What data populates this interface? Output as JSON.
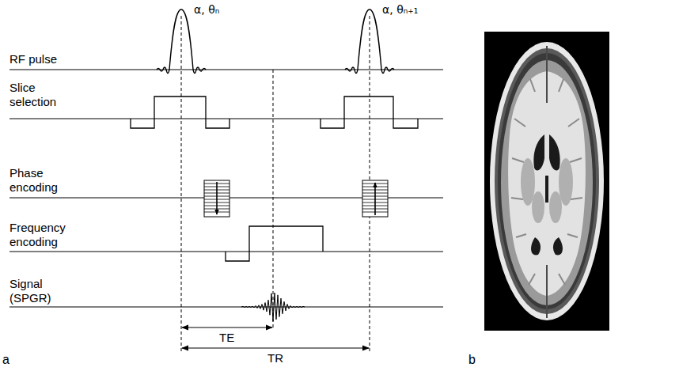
{
  "diagram": {
    "labels": [
      "α, θₙ",
      "α, θₙ₊₁",
      "RF pulse",
      "Slice selection",
      "Phase encoding",
      "Frequency encoding",
      "Signal (SPGR)",
      "TE",
      "TR",
      "a",
      "b"
    ]
  }
}
